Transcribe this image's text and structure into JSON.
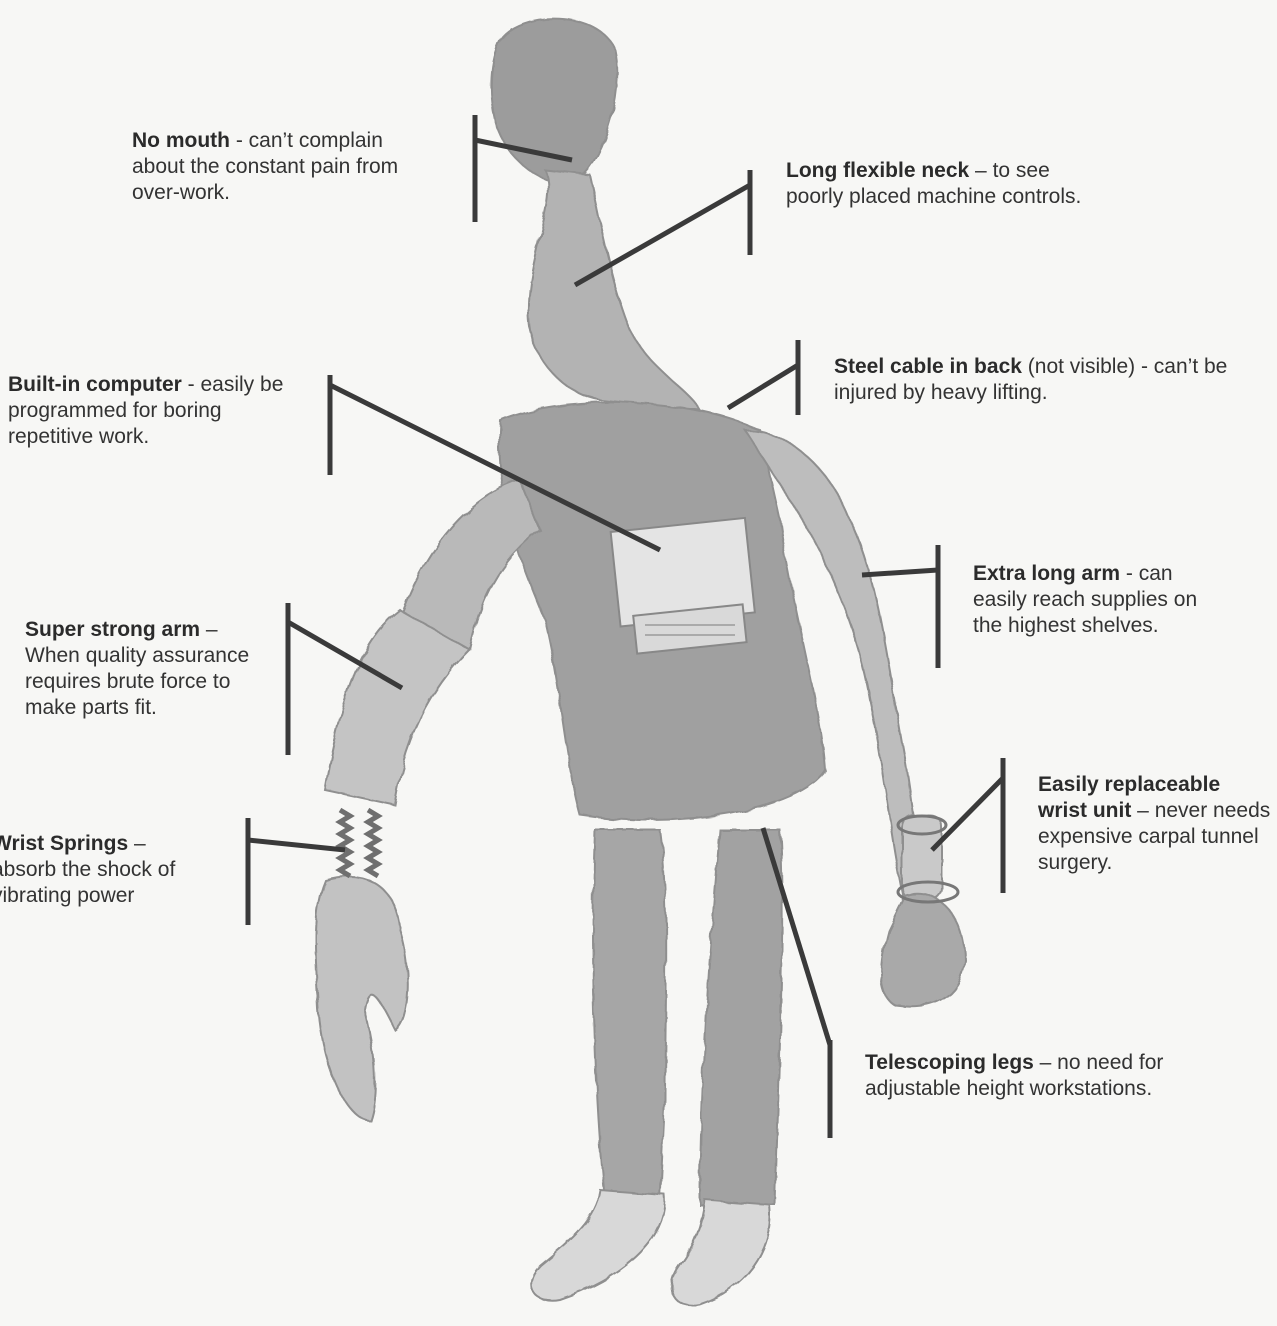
{
  "callouts": {
    "no_mouth": {
      "title": "No mouth",
      "desc": " - can’t complain about the constant pain from over-work."
    },
    "neck": {
      "title": "Long flexible neck",
      "desc": " – to see poorly placed machine controls."
    },
    "computer": {
      "title": "Built-in computer",
      "desc": " - easily be programmed for boring repetitive work."
    },
    "cable": {
      "title": "Steel cable in back",
      "desc": " (not visible) - can’t be injured by heavy lifting."
    },
    "long_arm": {
      "title": "Extra long arm",
      "desc": " - can easily reach supplies on the highest shelves."
    },
    "strong_arm": {
      "title": "Super strong arm",
      "desc": " – When quality assurance requires brute force to make parts fit."
    },
    "wrist_unit": {
      "title": "Easily replaceable wrist unit",
      "desc": " – never needs expensive carpal tunnel surgery."
    },
    "springs": {
      "title": "Wrist Springs",
      "desc": " – absorb the shock of vibrating power"
    },
    "legs": {
      "title": "Telescoping legs",
      "desc": " – no need for adjustable height workstations."
    }
  },
  "colors": {
    "figure": "#a3a3a3",
    "line": "#3a3a3a",
    "text": "#333333",
    "background": "#f7f7f5"
  }
}
